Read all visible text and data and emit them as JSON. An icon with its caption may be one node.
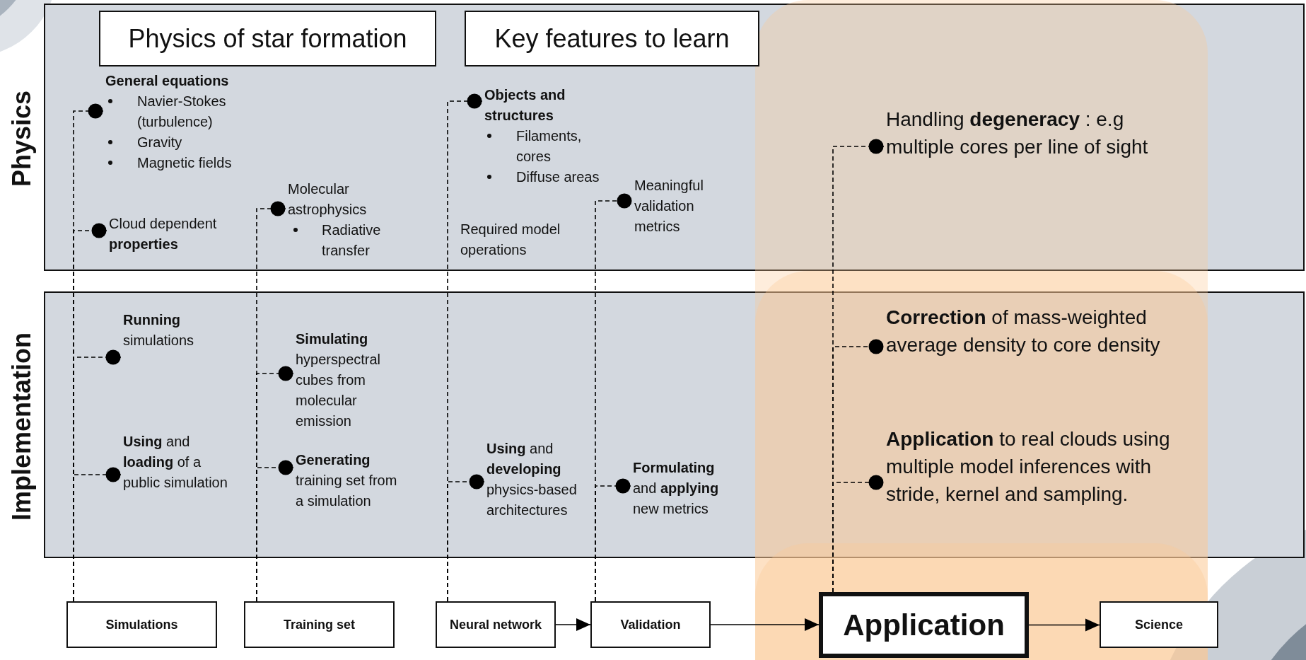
{
  "diagram": {
    "nodes": [
      {
        "text": [
          "Physics"
        ]
      },
      {
        "text": [
          "Physics of star formation"
        ],
        "in": 0
      },
      {
        "text": [
          "Key features to learn"
        ],
        "in": 0
      },
      {
        "text": [
          "General equations",
          "Navier-Stokes (turbulence)",
          "Gravity",
          "Magnetic fields"
        ],
        "in": 0
      },
      {
        "text": [
          "Cloud dependent **properties**"
        ],
        "in": 0
      },
      {
        "text": [
          "Molecular astrophysics",
          "Radiative transfer"
        ],
        "in": 0
      },
      {
        "text": [
          "Objects and structures",
          "Filaments, cores",
          "Diffuse areas"
        ],
        "in": 0
      },
      {
        "text": [
          "Meaningful validation metrics"
        ],
        "in": 0
      },
      {
        "text": [
          "Handling **degeneracy** : e.g multiple cores per line of sight"
        ],
        "in": 0
      },
      {
        "text": [
          "Implementation"
        ]
      },
      {
        "text": [
          "**Running** simulations"
        ],
        "in": 9
      },
      {
        "text": [
          "**Using** and **loading** of a public simulation"
        ],
        "in": 9
      },
      {
        "text": [
          "**Simulating** hyperspectral cubes from molecular emission"
        ],
        "in": 9
      },
      {
        "text": [
          "**Generating** training set from a simulation"
        ],
        "in": 9
      },
      {
        "text": [
          "**Using** and **developing** physics-based architectures"
        ],
        "in": 9
      },
      {
        "text": [
          "**Formulating** and **applying** new metrics"
        ],
        "in": 9
      },
      {
        "text": [
          "**Correction** of mass-weighted average density to core density"
        ],
        "in": 9
      },
      {
        "text": [
          "**Application** to real clouds using multiple model inferences with stride, kernel and sampling."
        ],
        "in": 9
      },
      {
        "text": [
          "Simulations"
        ]
      },
      {
        "text": [
          "Training set"
        ]
      },
      {
        "text": [
          "Neural network"
        ]
      },
      {
        "text": [
          "Validation"
        ]
      },
      {
        "text": [
          "Application"
        ]
      },
      {
        "text": [
          "Science"
        ]
      }
    ],
    "edges": [
      {
        "from": 18,
        "to": 3,
        "arrow": "other",
        "style": "dashed"
      },
      {
        "from": 18,
        "to": 4,
        "arrow": "other",
        "style": "dashed"
      },
      {
        "from": 18,
        "to": 10,
        "arrow": "other",
        "style": "dashed"
      },
      {
        "from": 18,
        "to": 11,
        "arrow": "other",
        "style": "dashed"
      },
      {
        "from": 19,
        "to": 5,
        "arrow": "other",
        "style": "dashed"
      },
      {
        "from": 19,
        "to": 12,
        "arrow": "other",
        "style": "dashed"
      },
      {
        "from": 19,
        "to": 13,
        "arrow": "other",
        "style": "dashed"
      },
      {
        "from": 20,
        "to": 6,
        "arrow": "other",
        "style": "dashed"
      },
      {
        "from": 20,
        "to": 14,
        "arrow": "other",
        "style": "dashed"
      },
      {
        "from": 21,
        "to": 7,
        "arrow": "other",
        "style": "dashed"
      },
      {
        "from": 21,
        "to": 15,
        "arrow": "other",
        "style": "dashed"
      },
      {
        "from": 22,
        "to": 8,
        "arrow": "other",
        "style": "dashed"
      },
      {
        "from": 22,
        "to": 16,
        "arrow": "other",
        "style": "dashed"
      },
      {
        "from": 22,
        "to": 17,
        "arrow": "other",
        "style": "dashed"
      },
      {
        "from": 20,
        "to": 21,
        "arrow": "to"
      },
      {
        "from": 21,
        "to": 22,
        "arrow": "to"
      },
      {
        "from": 22,
        "to": 23,
        "arrow": "to"
      }
    ],
    "labels": [
      "Required model operations"
    ]
  }
}
